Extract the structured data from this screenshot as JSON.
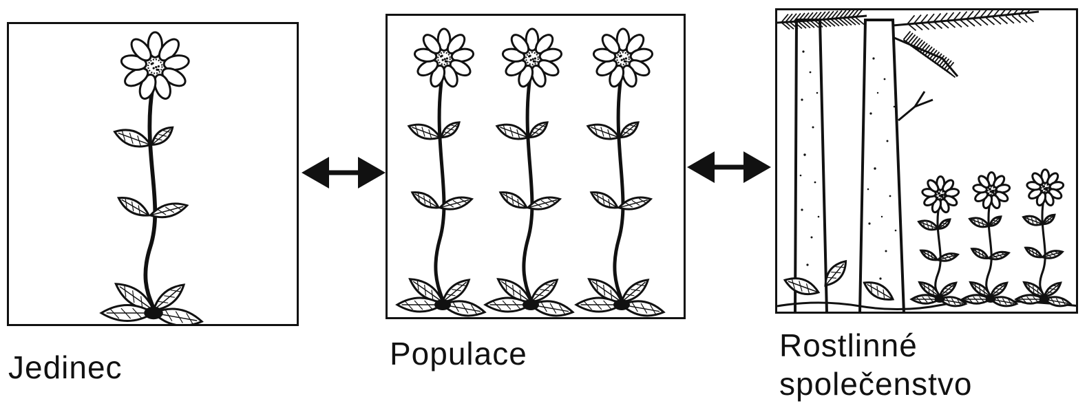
{
  "panels": [
    {
      "id": "individual",
      "caption": "Jedinec"
    },
    {
      "id": "population",
      "caption": "Populace"
    },
    {
      "id": "community",
      "caption_line1": "Rostlinné",
      "caption_line2": "společenstvo"
    }
  ],
  "arrows": [
    "bidirectional",
    "bidirectional"
  ],
  "colors": {
    "ink": "#111111",
    "paper": "#ffffff"
  }
}
